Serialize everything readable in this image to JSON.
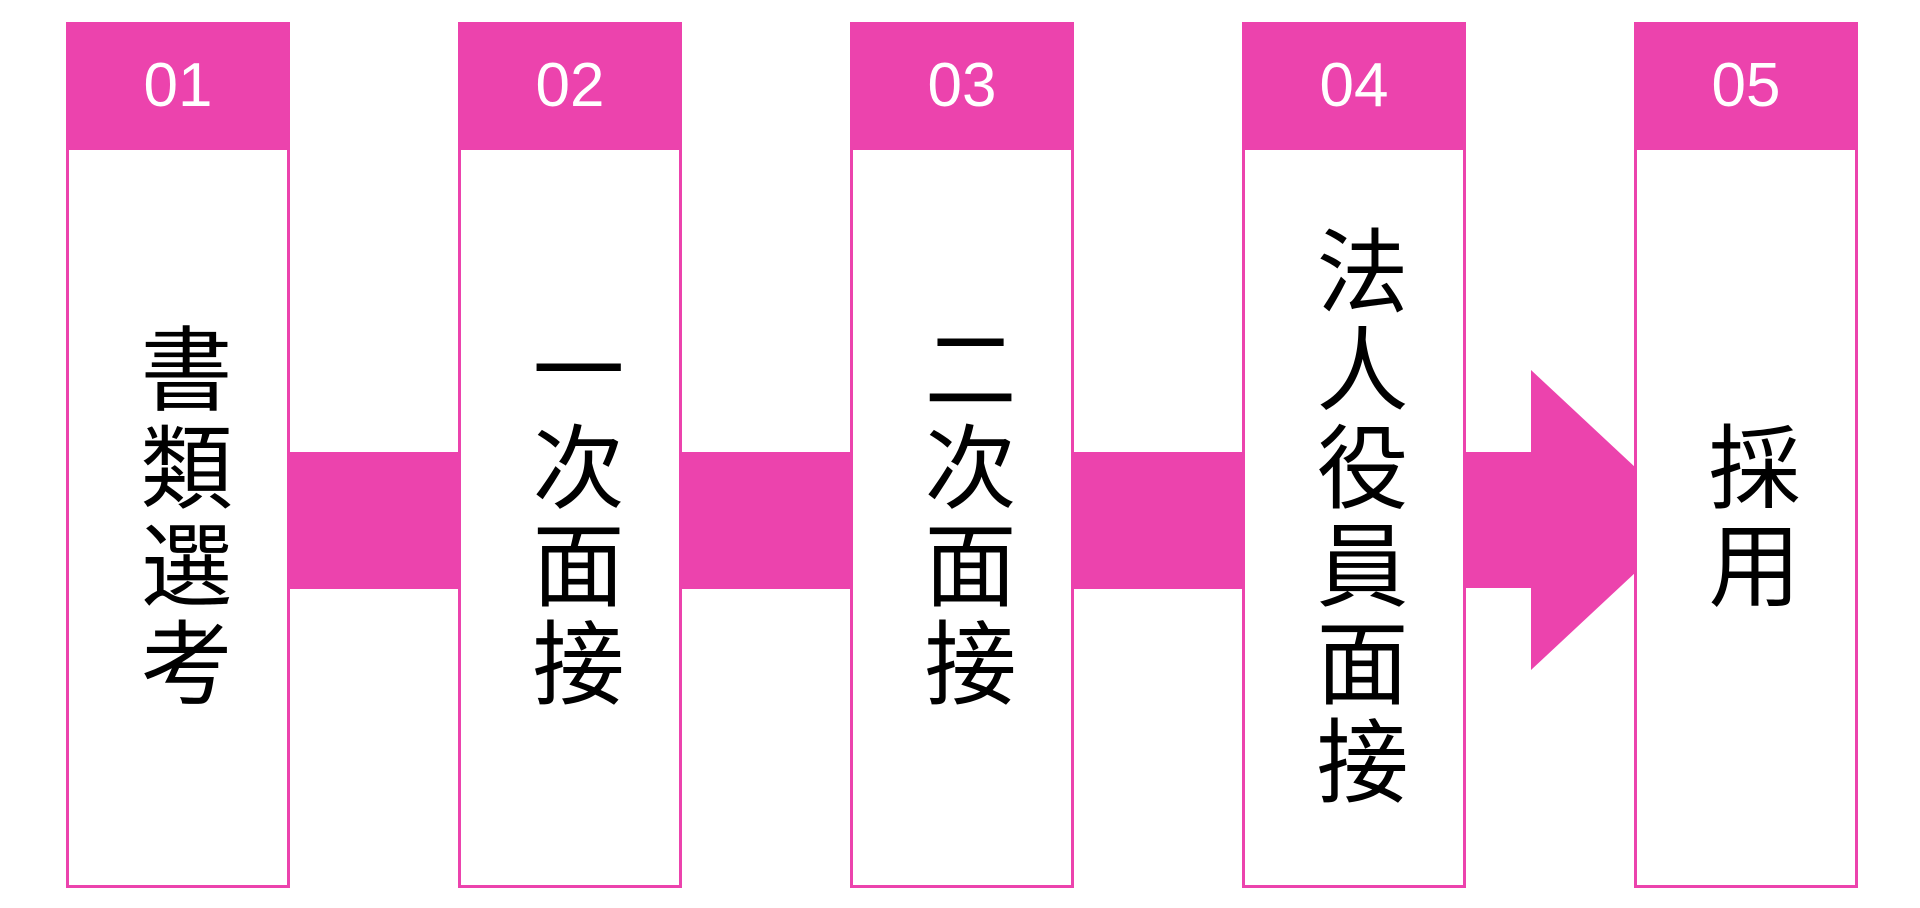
{
  "colors": {
    "accent": "#ec43ad",
    "header_text": "#ffffff",
    "label_text": "#000000",
    "background": "#ffffff"
  },
  "steps": [
    {
      "number": "01",
      "label": "書類選考"
    },
    {
      "number": "02",
      "label": "一次面接"
    },
    {
      "number": "03",
      "label": "二次面接"
    },
    {
      "number": "04",
      "label": "法人役員面接"
    },
    {
      "number": "05",
      "label": "採用"
    }
  ]
}
